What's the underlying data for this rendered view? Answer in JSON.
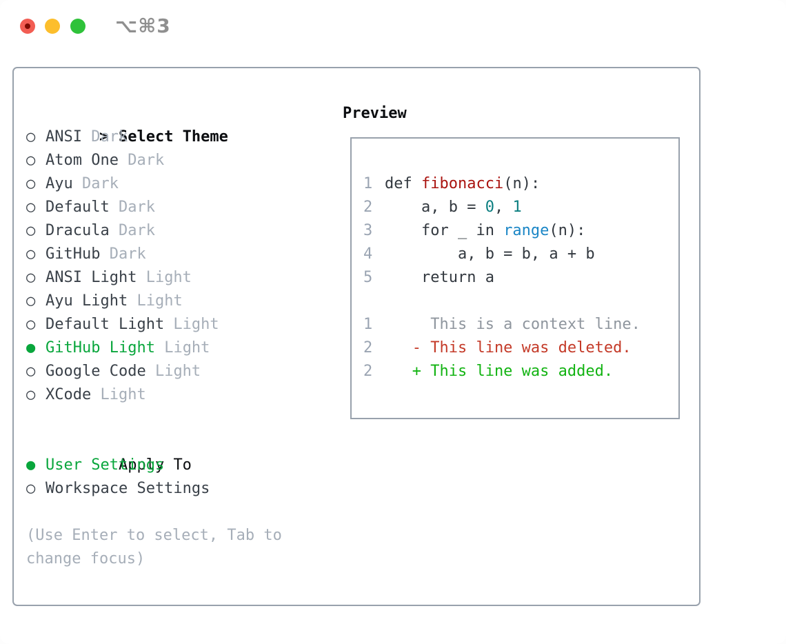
{
  "window": {
    "title": "⌥⌘3"
  },
  "theme_menu": {
    "pointer": ">",
    "title": "Select Theme",
    "unselected_marker": "○",
    "selected_marker": "●",
    "themes": [
      {
        "name": "ANSI",
        "variant": "Dark",
        "selected": false
      },
      {
        "name": "Atom One",
        "variant": "Dark",
        "selected": false
      },
      {
        "name": "Ayu",
        "variant": "Dark",
        "selected": false
      },
      {
        "name": "Default",
        "variant": "Dark",
        "selected": false
      },
      {
        "name": "Dracula",
        "variant": "Dark",
        "selected": false
      },
      {
        "name": "GitHub",
        "variant": "Dark",
        "selected": false
      },
      {
        "name": "ANSI Light",
        "variant": "Light",
        "selected": false
      },
      {
        "name": "Ayu Light",
        "variant": "Light",
        "selected": false
      },
      {
        "name": "Default Light",
        "variant": "Light",
        "selected": false
      },
      {
        "name": "GitHub Light",
        "variant": "Light",
        "selected": true
      },
      {
        "name": "Google Code",
        "variant": "Light",
        "selected": false
      },
      {
        "name": "XCode",
        "variant": "Light",
        "selected": false
      }
    ]
  },
  "apply_to": {
    "title": "Apply To",
    "options": [
      {
        "label": "User Settings",
        "selected": true
      },
      {
        "label": "Workspace Settings",
        "selected": false
      }
    ]
  },
  "help": {
    "text": "(Use Enter to select, Tab to change focus)"
  },
  "preview": {
    "title": "Preview",
    "lines": [
      {
        "no": "1",
        "tokens": [
          {
            "t": "def ",
            "k": "code"
          },
          {
            "t": "fibonacci",
            "k": "func"
          },
          {
            "t": "(n):",
            "k": "code"
          }
        ]
      },
      {
        "no": "2",
        "tokens": [
          {
            "t": "    a, b = ",
            "k": "code"
          },
          {
            "t": "0",
            "k": "num"
          },
          {
            "t": ", ",
            "k": "code"
          },
          {
            "t": "1",
            "k": "num"
          }
        ]
      },
      {
        "no": "3",
        "tokens": [
          {
            "t": "    for _ in ",
            "k": "code"
          },
          {
            "t": "range",
            "k": "builtin"
          },
          {
            "t": "(n):",
            "k": "code"
          }
        ]
      },
      {
        "no": "4",
        "tokens": [
          {
            "t": "        a, b = b, a + b",
            "k": "code"
          }
        ]
      },
      {
        "no": "5",
        "tokens": [
          {
            "t": "    return a",
            "k": "code"
          }
        ]
      },
      {
        "no": "",
        "tokens": []
      },
      {
        "no": "1",
        "tokens": [
          {
            "t": "     This is a context line.",
            "k": "ctx"
          }
        ]
      },
      {
        "no": "2",
        "tokens": [
          {
            "t": "   - This line was deleted.",
            "k": "del"
          }
        ]
      },
      {
        "no": "2",
        "tokens": [
          {
            "t": "   + This line was added.",
            "k": "add"
          }
        ]
      }
    ]
  },
  "colors": {
    "border": "#98a1ac",
    "header_text": "#0b0d10",
    "item_text": "#3a4149",
    "muted_text": "#a6aeb8",
    "accent_green": "#09a63c",
    "added_green": "#12b312",
    "deleted_red": "#c43a28",
    "context_gray": "#8f969e",
    "lineno_gray": "#9aa4b2",
    "code_text": "#32383f",
    "function_red": "#aa1410",
    "number_teal": "#0b7e80",
    "builtin_blue": "#1b86c6",
    "titlebar_text": "#8f8f8f",
    "traffic_red": "#f25d53",
    "traffic_red_dot": "#7e0b02",
    "traffic_yellow": "#fcbe2c",
    "traffic_green": "#2fc23a",
    "window_bg": "#ffffff"
  }
}
